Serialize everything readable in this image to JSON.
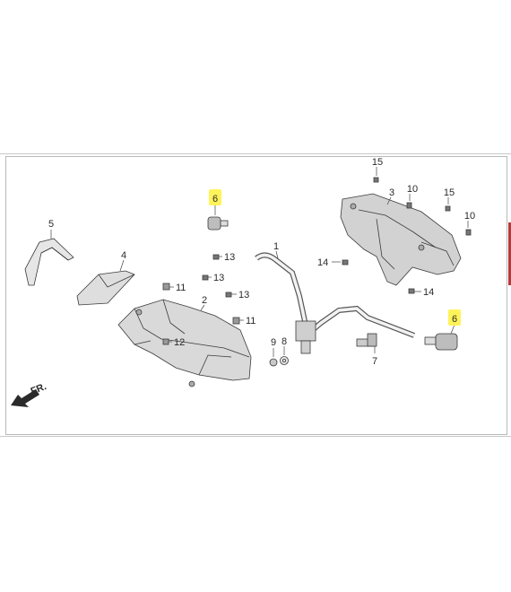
{
  "colors": {
    "highlight": "#fff35a",
    "line": "#3a3a3a",
    "part_fill": "#dcdcdc",
    "part_fill_dark": "#b8b8b8"
  },
  "direction_marker": {
    "text": "FR.",
    "icon": "arrow-left-down"
  },
  "callouts": [
    {
      "id": "c6a",
      "text": "6",
      "highlighted": true
    },
    {
      "id": "c5",
      "text": "5"
    },
    {
      "id": "c4",
      "text": "4"
    },
    {
      "id": "c13a",
      "text": "13"
    },
    {
      "id": "c13b",
      "text": "13"
    },
    {
      "id": "c13c",
      "text": "13"
    },
    {
      "id": "c11a",
      "text": "11"
    },
    {
      "id": "c11b",
      "text": "11"
    },
    {
      "id": "c2",
      "text": "2"
    },
    {
      "id": "c12",
      "text": "12"
    },
    {
      "id": "c1",
      "text": "1"
    },
    {
      "id": "c9",
      "text": "9"
    },
    {
      "id": "c8",
      "text": "8"
    },
    {
      "id": "c7",
      "text": "7"
    },
    {
      "id": "c15a",
      "text": "15"
    },
    {
      "id": "c3",
      "text": "3"
    },
    {
      "id": "c10a",
      "text": "10"
    },
    {
      "id": "c15b",
      "text": "15"
    },
    {
      "id": "c10b",
      "text": "10"
    },
    {
      "id": "c14a",
      "text": "14"
    },
    {
      "id": "c14b",
      "text": "14"
    },
    {
      "id": "c6b",
      "text": "6",
      "highlighted": true
    }
  ]
}
